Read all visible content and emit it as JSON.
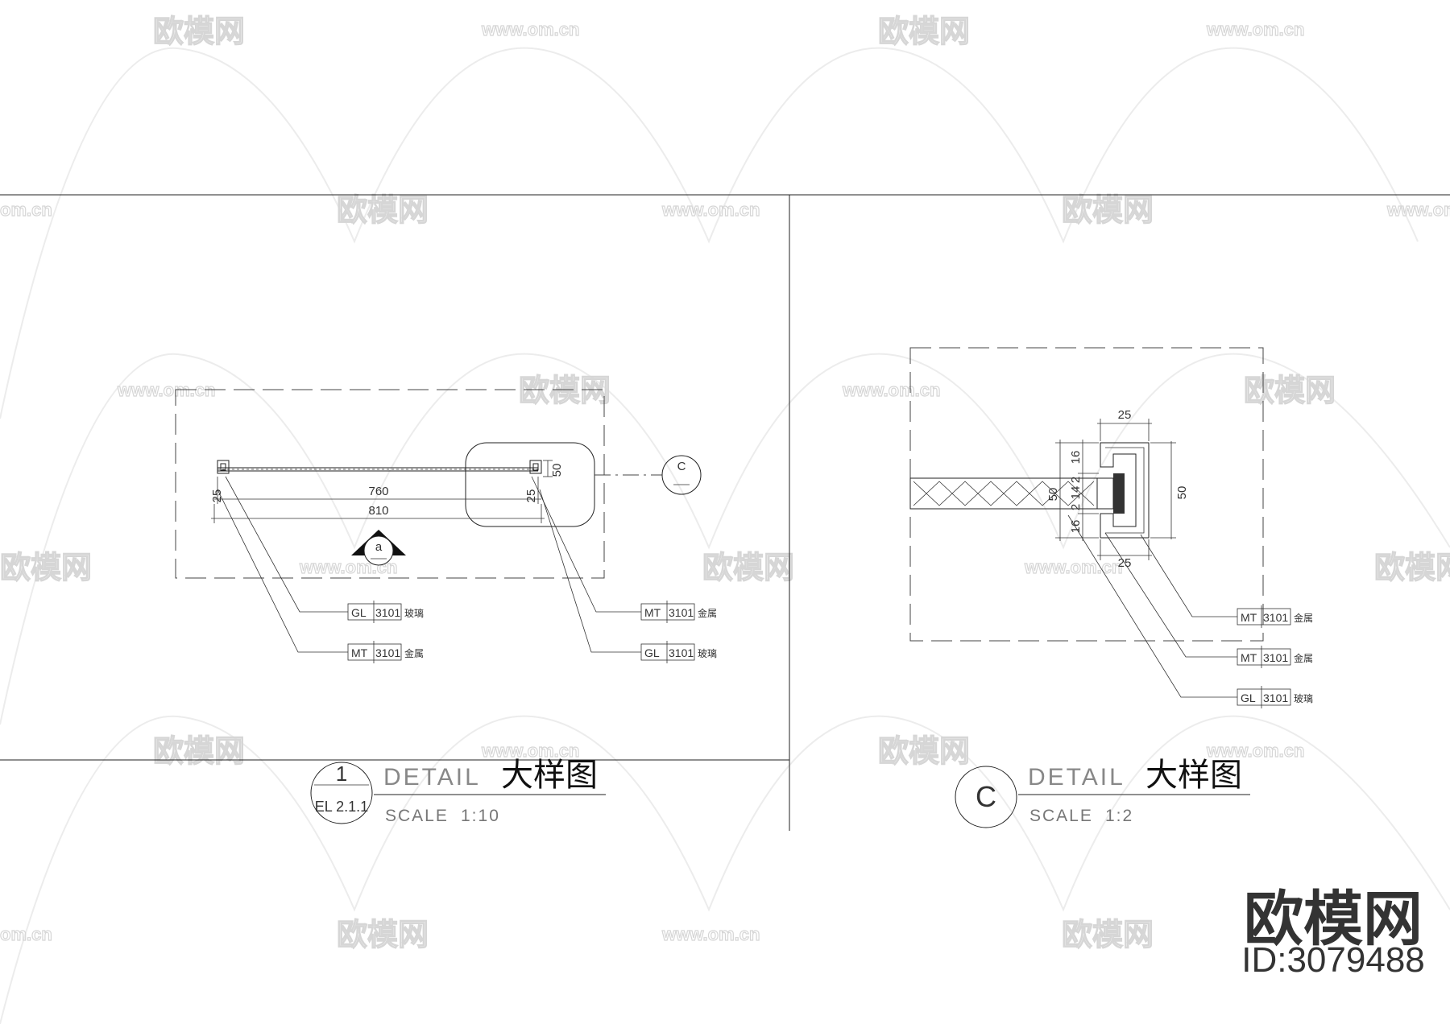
{
  "watermark": {
    "brand": "欧模网",
    "url": "www.om.cn",
    "url_short": "om.cn"
  },
  "detail_1": {
    "number": "1",
    "reference": "EL 2.1.1",
    "title_en": "DETAIL",
    "title_cn": "大样图",
    "scale_label": "SCALE",
    "scale_value": "1:10",
    "dimensions": {
      "inner": "760",
      "outer": "810",
      "height": "50",
      "side_left": "25",
      "side_right": "25"
    },
    "section_marker": "a",
    "callout_marker": "C",
    "tags": [
      {
        "code": "GL",
        "num": "3101",
        "material": "玻璃"
      },
      {
        "code": "MT",
        "num": "3101",
        "material": "金属"
      },
      {
        "code": "MT",
        "num": "3101",
        "material": "金属"
      },
      {
        "code": "GL",
        "num": "3101",
        "material": "玻璃"
      }
    ]
  },
  "detail_c": {
    "number": "C",
    "title_en": "DETAIL",
    "title_cn": "大样图",
    "scale_label": "SCALE",
    "scale_value": "1:2",
    "dimensions": {
      "top_width": "25",
      "bottom_width": "25",
      "height": "50",
      "stack_a": "16",
      "stack_b": "2",
      "stack_c": "14",
      "stack_d": "2",
      "stack_e": "16",
      "glass_h": "50"
    },
    "tags": [
      {
        "code": "MT",
        "num": "3101",
        "material": "金属"
      },
      {
        "code": "MT",
        "num": "3101",
        "material": "金属"
      },
      {
        "code": "GL",
        "num": "3101",
        "material": "玻璃"
      }
    ]
  },
  "brand_mark": {
    "name": "欧模网",
    "id": "ID:3079488"
  }
}
